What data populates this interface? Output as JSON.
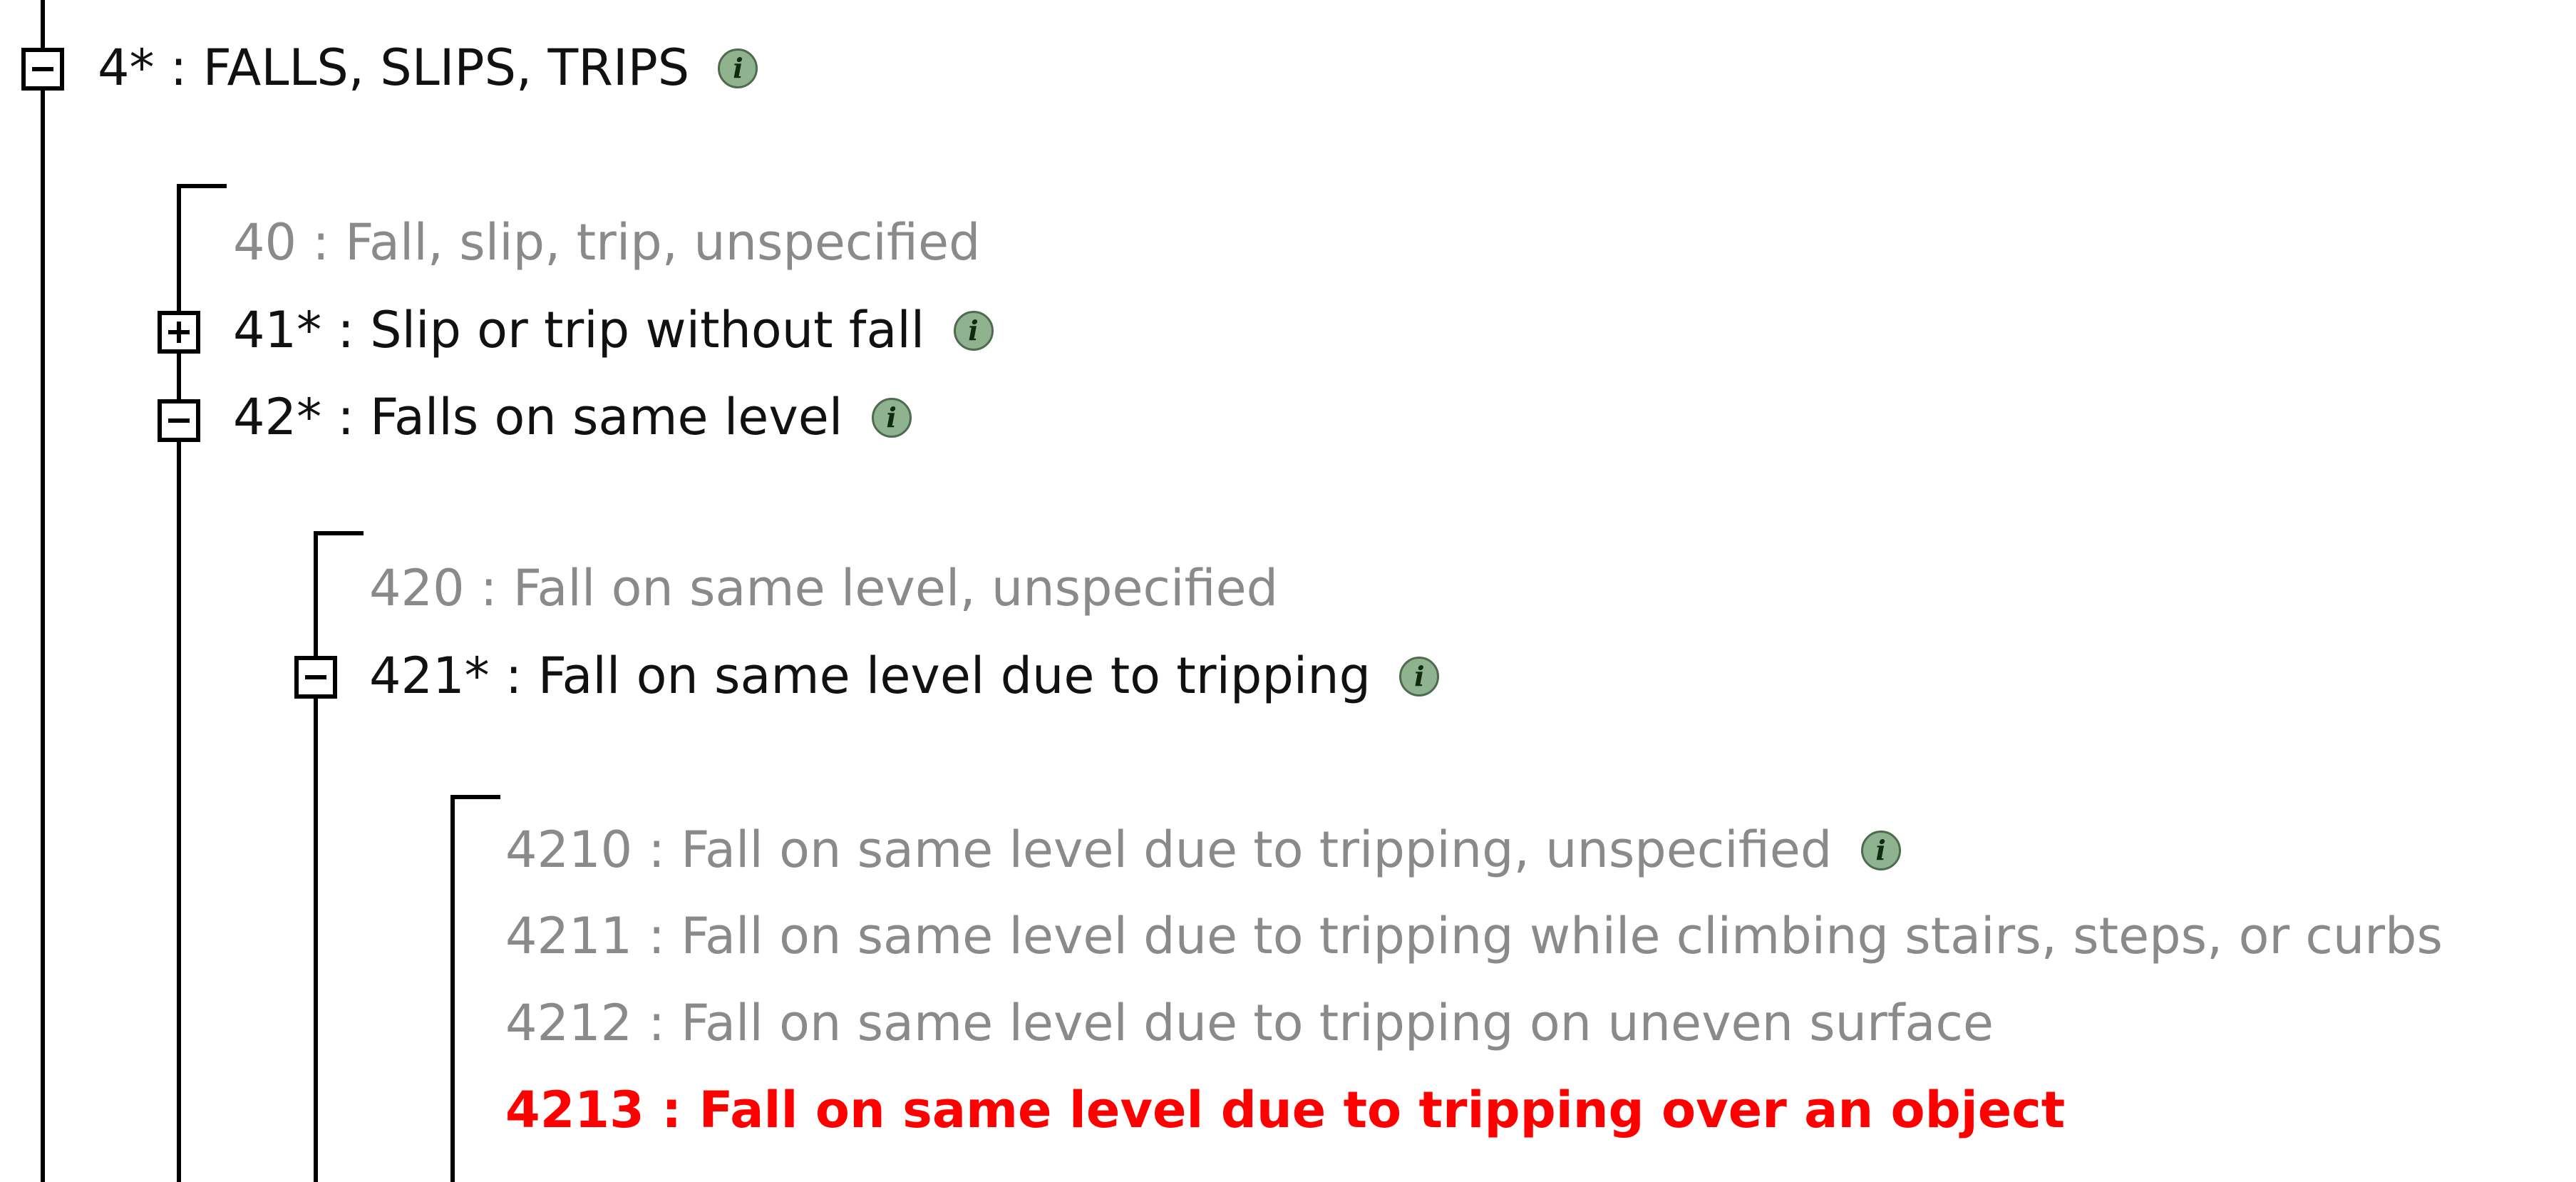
{
  "tree": {
    "root": {
      "code": "4*",
      "label": "FALLS, SLIPS, TRIPS",
      "state": "expanded",
      "has_info": true
    },
    "level1": [
      {
        "code": "40",
        "label": "Fall, slip, trip, unspecified",
        "type": "leaf"
      },
      {
        "code": "41*",
        "label": "Slip or trip without fall",
        "state": "collapsed",
        "has_info": true
      },
      {
        "code": "42*",
        "label": "Falls on same level",
        "state": "expanded",
        "has_info": true
      }
    ],
    "level2": [
      {
        "code": "420",
        "label": "Fall on same level, unspecified",
        "type": "leaf"
      },
      {
        "code": "421*",
        "label": "Fall on same level due to tripping",
        "state": "expanded",
        "has_info": true
      }
    ],
    "level3": [
      {
        "code": "4210",
        "label": "Fall on same level due to tripping, unspecified",
        "type": "leaf",
        "has_info": true
      },
      {
        "code": "4211",
        "label": "Fall on same level due to tripping while climbing stairs, steps, or curbs",
        "type": "leaf"
      },
      {
        "code": "4212",
        "label": "Fall on same level due to tripping on uneven surface",
        "type": "leaf"
      },
      {
        "code": "4213",
        "label": "Fall on same level due to tripping over an object",
        "type": "leaf",
        "selected": true
      }
    ],
    "separator": " : ",
    "info_glyph": "i"
  },
  "colors": {
    "expandable_text": "#111111",
    "leaf_text": "#8a8a8a",
    "selected_text": "#ff0000",
    "info_icon_fill": "#8fb28f",
    "lines": "#000000"
  }
}
